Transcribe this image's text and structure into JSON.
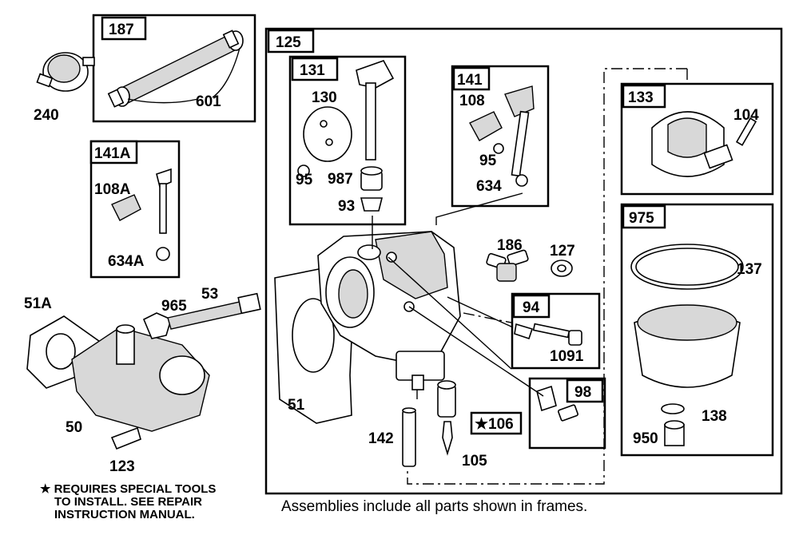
{
  "frames": {
    "f187": "187",
    "f141A": "141A",
    "f125": "125",
    "f131": "131",
    "f141": "141",
    "f133": "133",
    "f975": "975",
    "f94": "94",
    "f98": "98"
  },
  "labels": {
    "l240": "240",
    "l601": "601",
    "l108A": "108A",
    "l634A": "634A",
    "l51A": "51A",
    "l965": "965",
    "l53": "53",
    "l50": "50",
    "l123": "123",
    "l130": "130",
    "l95a": "95",
    "l987": "987",
    "l93": "93",
    "l108": "108",
    "l95b": "95",
    "l634": "634",
    "l104": "104",
    "l186": "186",
    "l127": "127",
    "l137": "137",
    "l51": "51",
    "l1091": "1091",
    "l106": "★106",
    "l142": "142",
    "l105": "105",
    "l138": "138",
    "l950": "950"
  },
  "note": {
    "line1": "★ REQUIRES SPECIAL TOOLS",
    "line2": "TO INSTALL.  SEE REPAIR",
    "line3": "INSTRUCTION MANUAL."
  },
  "caption": "Assemblies include all parts shown in frames."
}
